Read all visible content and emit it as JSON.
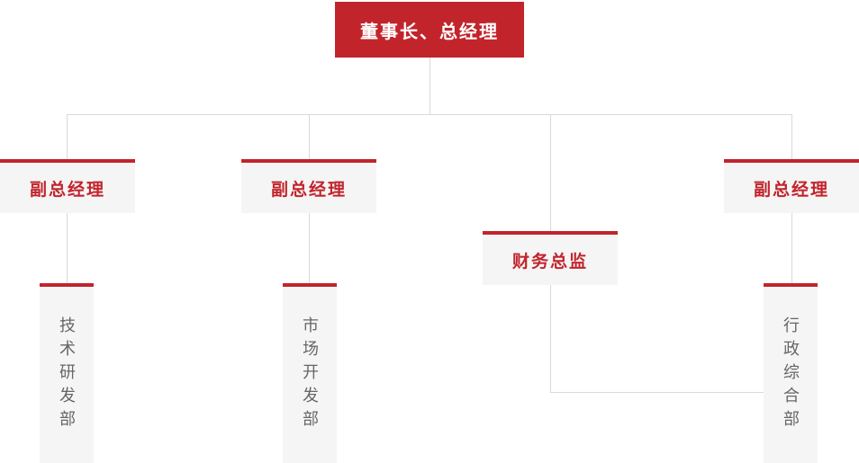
{
  "org_chart": {
    "root": {
      "label": "董事长、总经理"
    },
    "level2": [
      {
        "label": "副总经理"
      },
      {
        "label": "副总经理"
      },
      {
        "label": "财务总监"
      },
      {
        "label": "副总经理"
      }
    ],
    "level3": [
      {
        "label": "技术研发部"
      },
      {
        "label": "市场开发部"
      },
      {
        "label": "行政综合部"
      }
    ]
  },
  "colors": {
    "primary_red": "#c2242c",
    "node_bg": "#f5f5f5",
    "connector": "#d9d9d9",
    "dept_text": "#666666",
    "root_text": "#ffffff",
    "page_bg": "#ffffff"
  }
}
